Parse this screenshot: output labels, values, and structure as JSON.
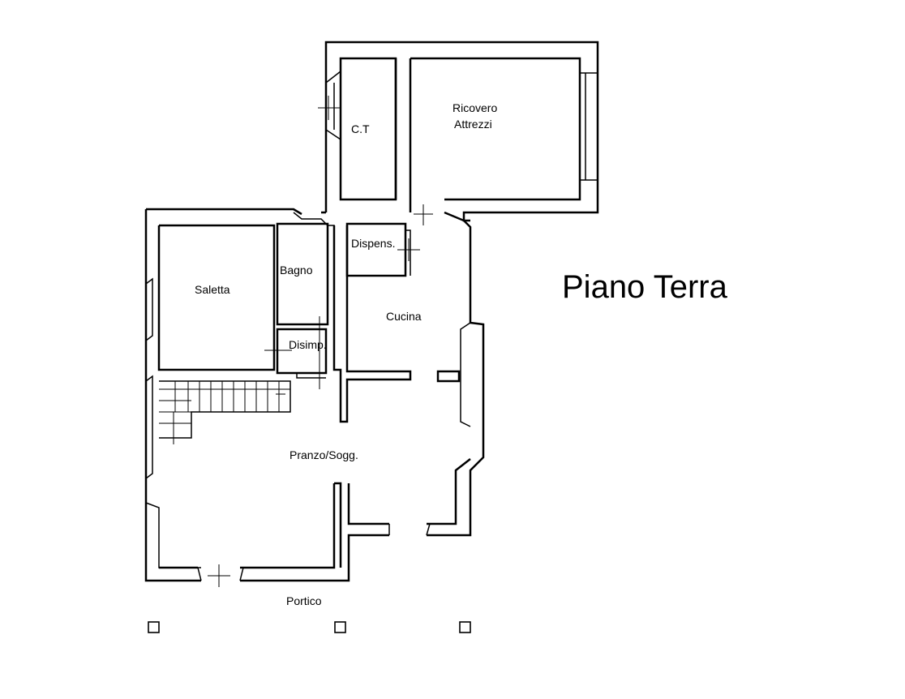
{
  "title": "Piano Terra",
  "rooms": {
    "ct": "C.T",
    "ricovero_line1": "Ricovero",
    "ricovero_line2": "Attrezzi",
    "dispensa": "Dispens.",
    "bagno": "Bagno",
    "saletta": "Saletta",
    "cucina": "Cucina",
    "disimpegno": "Disimp.",
    "pranzo": "Pranzo/Sogg.",
    "portico": "Portico"
  }
}
